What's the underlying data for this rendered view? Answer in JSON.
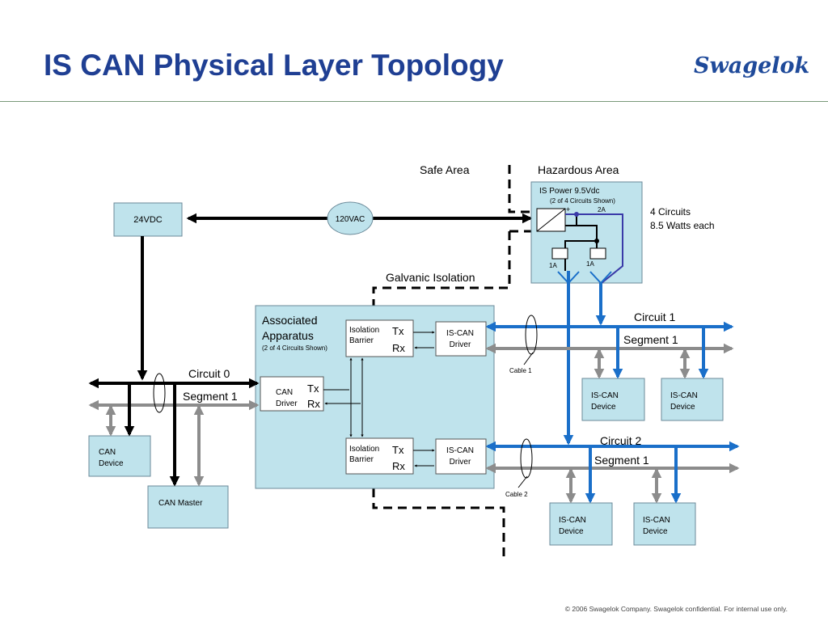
{
  "slide": {
    "title": "IS CAN Physical Layer Topology",
    "logo_text": "Swagelok",
    "footer": "© 2006 Swagelok Company. Swagelok confidential.  For internal use only."
  },
  "diagram": {
    "areas": {
      "safe": "Safe Area",
      "hazardous": "Hazardous  Area",
      "galvanic": "Galvanic Isolation"
    },
    "power_24vdc": "24VDC",
    "power_120vac": "120VAC",
    "is_power": {
      "title": "IS Power 9.5Vdc",
      "subtitle": "(2 of 4 Circuits Shown)",
      "plus": "+",
      "minus": "-",
      "current_2a": "2A",
      "fuse_left": "1A",
      "fuse_right": "1A"
    },
    "circuits_note": {
      "line1": "4 Circuits",
      "line2": "8.5 Watts each"
    },
    "associated": {
      "line1": "Associated",
      "line2": "Apparatus",
      "sub": "(2 of 4 Circuits Shown)"
    },
    "isolation_barrier": {
      "line1": "Isolation",
      "line2": "Barrier"
    },
    "tx": "Tx",
    "rx": "Rx",
    "is_can_driver": {
      "line1": "IS-CAN",
      "line2": "Driver"
    },
    "can_driver": {
      "line1": "CAN",
      "line2": "Driver"
    },
    "circuit0": "Circuit 0",
    "circuit1": "Circuit 1",
    "circuit2": "Circuit 2",
    "segment1": "Segment 1",
    "cable1": "Cable 1",
    "cable2": "Cable 2",
    "can_device": {
      "line1": "CAN",
      "line2": "Device"
    },
    "can_master": "CAN Master",
    "is_can_device": {
      "line1": "IS-CAN",
      "line2": "Device"
    }
  }
}
